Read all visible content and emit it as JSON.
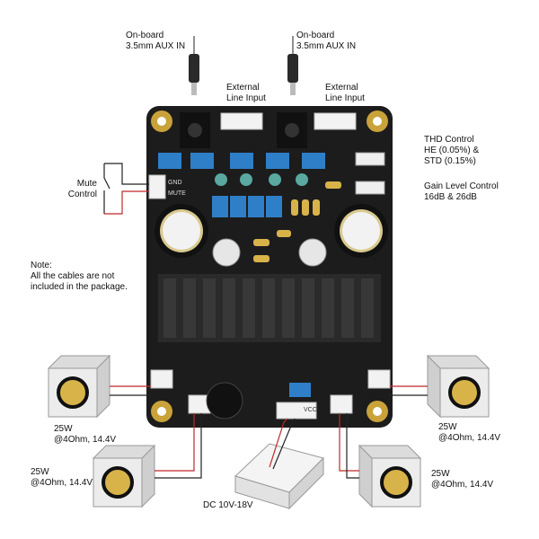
{
  "labels": {
    "aux_left": [
      "On-board",
      "3.5mm AUX IN"
    ],
    "aux_right": [
      "On-board",
      "3.5mm AUX IN"
    ],
    "line_left": [
      "External",
      "Line Input"
    ],
    "line_right": [
      "External",
      "Line Input"
    ],
    "mute": [
      "Mute",
      "Control"
    ],
    "thd_title": "THD Control",
    "thd_lines": [
      "HE (0.05%) &",
      "STD (0.15%)"
    ],
    "gain_title": "Gain Level Control",
    "gain_line": "16dB & 26dB",
    "note": [
      "Note:",
      "All the cables are not",
      "included in the package."
    ],
    "spk_top_left": [
      "25W",
      "@4Ohm, 14.4V"
    ],
    "spk_top_right": [
      "25W",
      "@4Ohm, 14.4V"
    ],
    "spk_bottom_left": [
      "25W",
      "@4Ohm, 14.4V"
    ],
    "spk_bottom_right": [
      "25W",
      "@4Ohm, 14.4V"
    ],
    "power": "DC 10V-18V"
  },
  "board_silk": {
    "gnd": "GND",
    "mute": "MUTE",
    "vcc": "VCC"
  },
  "colors": {
    "pcb": "#1c1c1c",
    "pad_gold": "#c9a23a",
    "cap_blue": "#2f7fc8",
    "cap_yellow": "#d8b34a",
    "heatsink": "#2a2a2a",
    "wire_red": "#c0282a",
    "speaker_body": "#ececec"
  }
}
